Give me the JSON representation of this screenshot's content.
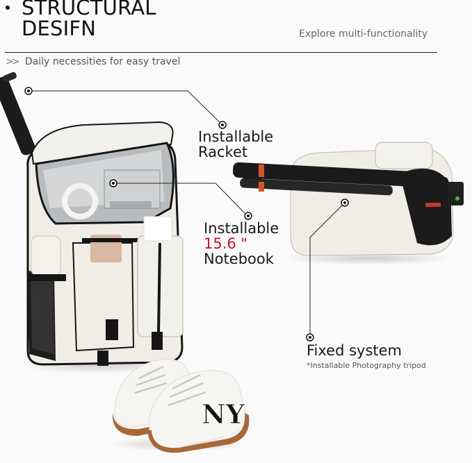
{
  "header": {
    "title_line1": "STRUCTURAL",
    "title_line2": "DESIFN",
    "tagline": "Explore multi-functionality",
    "subtitle_icon": "double-chevron-right-icon",
    "subtitle_chevrons": ">>",
    "subtitle": "Daily necessities for easy travel"
  },
  "callouts": [
    {
      "id": "racket",
      "line1": "Installable",
      "line2": "Racket"
    },
    {
      "id": "notebook",
      "line1": "Installable",
      "size": "15.6 \"",
      "line3": "Notebook"
    },
    {
      "id": "tripod",
      "title": "Fixed system",
      "note": "*Installable Photography tripod"
    }
  ],
  "colors": {
    "background": "#fafafa",
    "text": "#1a1a1a",
    "accent_red": "#c8102e",
    "bag_white": "#efede6",
    "bag_black": "#151515",
    "lining_gray": "#b9bcbe",
    "sole_brown": "#a8693a"
  },
  "images": {
    "backpack": "backpack-open-front-view",
    "backpack_side": "backpack-side-view-with-tripod",
    "sneakers": "white-sneakers-ny-logo"
  }
}
